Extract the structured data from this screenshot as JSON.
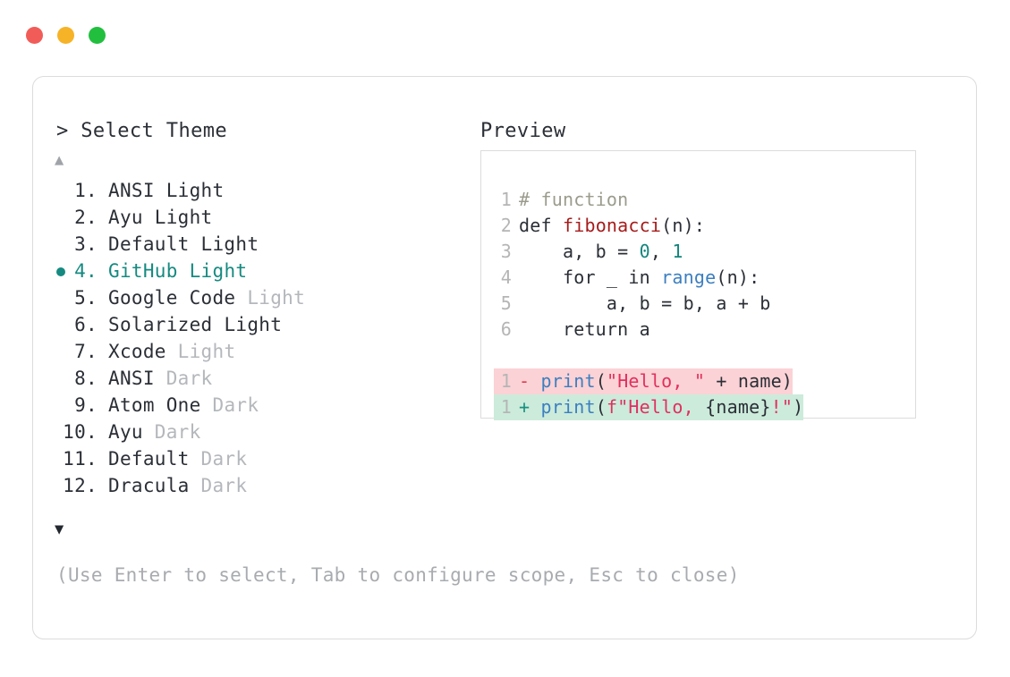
{
  "window": {
    "dots": [
      {
        "name": "close-dot",
        "color": "#f25c58"
      },
      {
        "name": "minimize-dot",
        "color": "#f6b327"
      },
      {
        "name": "maximize-dot",
        "color": "#22bf3f"
      }
    ]
  },
  "prompt": {
    "marker": ">",
    "title": "> Select Theme",
    "preview_title": "Preview",
    "scroll_up": "▲",
    "scroll_down": "▼",
    "hint": "(Use Enter to select, Tab to configure scope, Esc to close)"
  },
  "selection": {
    "selected_index": 4,
    "bullet": "●",
    "accent_color": "#168a80"
  },
  "themes": [
    {
      "num": " 1.",
      "name": "ANSI",
      "variant": "Light",
      "dim_variant": false,
      "selected": false
    },
    {
      "num": " 2.",
      "name": "Ayu",
      "variant": "Light",
      "dim_variant": false,
      "selected": false
    },
    {
      "num": " 3.",
      "name": "Default",
      "variant": "Light",
      "dim_variant": false,
      "selected": false
    },
    {
      "num": " 4.",
      "name": "GitHub",
      "variant": "Light",
      "dim_variant": false,
      "selected": true
    },
    {
      "num": " 5.",
      "name": "Google Code",
      "variant": "Light",
      "dim_variant": true,
      "selected": false
    },
    {
      "num": " 6.",
      "name": "Solarized",
      "variant": "Light",
      "dim_variant": false,
      "selected": false
    },
    {
      "num": " 7.",
      "name": "Xcode",
      "variant": "Light",
      "dim_variant": true,
      "selected": false
    },
    {
      "num": " 8.",
      "name": "ANSI",
      "variant": "Dark",
      "dim_variant": true,
      "selected": false
    },
    {
      "num": " 9.",
      "name": "Atom One",
      "variant": "Dark",
      "dim_variant": true,
      "selected": false
    },
    {
      "num": "10.",
      "name": "Ayu",
      "variant": "Dark",
      "dim_variant": true,
      "selected": false
    },
    {
      "num": "11.",
      "name": "Default",
      "variant": "Dark",
      "dim_variant": true,
      "selected": false
    },
    {
      "num": "12.",
      "name": "Dracula",
      "variant": "Dark",
      "dim_variant": true,
      "selected": false
    }
  ],
  "preview": {
    "code_lines": [
      {
        "ln": "1",
        "tokens": [
          {
            "t": "# function",
            "c": "comment"
          }
        ]
      },
      {
        "ln": "2",
        "tokens": [
          {
            "t": "def ",
            "c": "kw"
          },
          {
            "t": "fibonacci",
            "c": "fn"
          },
          {
            "t": "(n):",
            "c": "plain"
          }
        ]
      },
      {
        "ln": "3",
        "tokens": [
          {
            "t": "    a, b = ",
            "c": "plain"
          },
          {
            "t": "0",
            "c": "num"
          },
          {
            "t": ", ",
            "c": "plain"
          },
          {
            "t": "1",
            "c": "num"
          }
        ]
      },
      {
        "ln": "4",
        "tokens": [
          {
            "t": "    for _ in ",
            "c": "plain"
          },
          {
            "t": "range",
            "c": "builtin"
          },
          {
            "t": "(n):",
            "c": "plain"
          }
        ]
      },
      {
        "ln": "5",
        "tokens": [
          {
            "t": "        a, b = b, a + b",
            "c": "plain"
          }
        ]
      },
      {
        "ln": "6",
        "tokens": [
          {
            "t": "    return a",
            "c": "plain"
          }
        ]
      }
    ],
    "diff_lines": [
      {
        "ln": "1",
        "kind": "del",
        "sign": "-",
        "tokens": [
          {
            "t": "print",
            "c": "call"
          },
          {
            "t": "(",
            "c": "plain"
          },
          {
            "t": "\"Hello, \"",
            "c": "str"
          },
          {
            "t": " + name)",
            "c": "plain"
          }
        ]
      },
      {
        "ln": "1",
        "kind": "add",
        "sign": "+",
        "tokens": [
          {
            "t": "print",
            "c": "call"
          },
          {
            "t": "(",
            "c": "plain"
          },
          {
            "t": "f\"Hello, ",
            "c": "str"
          },
          {
            "t": "{name}",
            "c": "plain"
          },
          {
            "t": "!\"",
            "c": "str"
          },
          {
            "t": ")",
            "c": "plain"
          }
        ]
      }
    ]
  }
}
